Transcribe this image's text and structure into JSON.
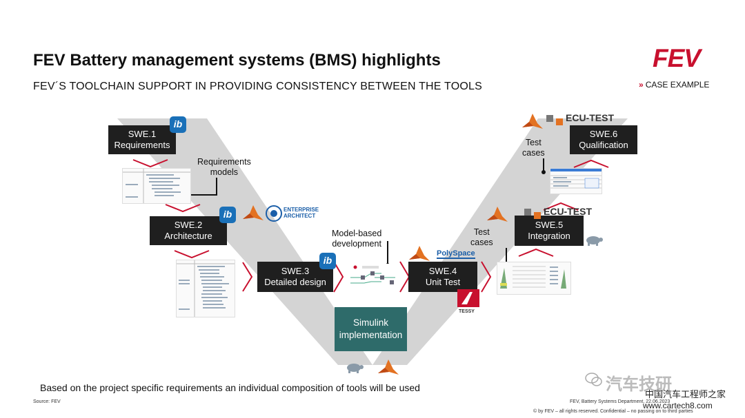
{
  "header": {
    "title": "FEV Battery management systems (BMS) highlights",
    "subtitle": "FEV´S TOOLCHAIN SUPPORT IN PROVIDING CONSISTENCY BETWEEN THE TOOLS",
    "logo_text": "FEV",
    "case_label": "CASE EXAMPLE"
  },
  "stages": {
    "swe1": {
      "line1": "SWE.1",
      "line2": "Requirements"
    },
    "swe2": {
      "line1": "SWE.2",
      "line2": "Architecture"
    },
    "swe3": {
      "line1": "SWE.3",
      "line2": "Detailed design"
    },
    "swe4": {
      "line1": "SWE.4",
      "line2": "Unit Test"
    },
    "swe5": {
      "line1": "SWE.5",
      "line2": "Integration"
    },
    "swe6": {
      "line1": "SWE.6",
      "line2": "Qualification"
    },
    "simulink": {
      "line1": "Simulink",
      "line2": "implementation"
    }
  },
  "callouts": {
    "requirements_models": {
      "line1": "Requirements",
      "line2": "models"
    },
    "model_based": {
      "line1": "Model-based",
      "line2": "development"
    },
    "test_cases_1": {
      "line1": "Test",
      "line2": "cases"
    },
    "test_cases_2": {
      "line1": "Test",
      "line2": "cases"
    }
  },
  "tools": {
    "ib": "ib",
    "enterprise_architect": {
      "line1": "ENTERPRISE",
      "line2": "ARCHITECT"
    },
    "polyspace": "PolySpace",
    "tessy": "TESSY",
    "ecu_test": "ECU-TEST"
  },
  "footer": {
    "note": "Based on the project specific requirements an individual composition of tools will be used",
    "source": "Source: FEV",
    "dept": "FEV, Battery Systems Department, 22.06.2023",
    "rights": "© by FEV – all rights reserved. Confidential – no passing on to third parties"
  },
  "watermark": {
    "main": "汽车技研",
    "line2": "中国汽车工程师之家",
    "line3": "www.cartech8.com"
  },
  "colors": {
    "brand_red": "#c8102e",
    "box_dark": "#1f1f1f",
    "box_teal": "#2e6b6a",
    "v_shape": "#cfcfcf"
  }
}
